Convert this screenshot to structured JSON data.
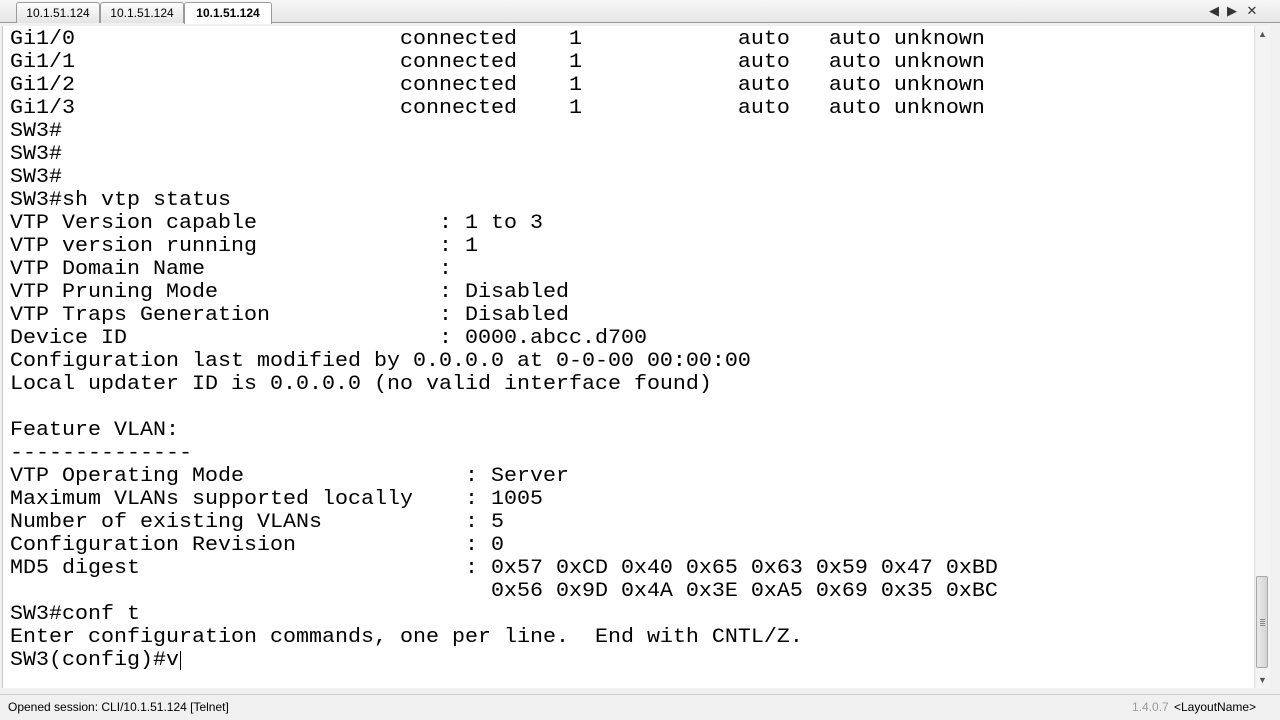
{
  "tabs": [
    {
      "label": "10.1.51.124",
      "active": false
    },
    {
      "label": "10.1.51.124",
      "active": false
    },
    {
      "label": "10.1.51.124",
      "active": true
    }
  ],
  "tab_controls": {
    "prev": "◀",
    "next": "▶",
    "close": "✕"
  },
  "terminal": {
    "lines": [
      "Gi1/0                         connected    1            auto   auto unknown",
      "Gi1/1                         connected    1            auto   auto unknown",
      "Gi1/2                         connected    1            auto   auto unknown",
      "Gi1/3                         connected    1            auto   auto unknown",
      "SW3#",
      "SW3#",
      "SW3#",
      "SW3#sh vtp status",
      "VTP Version capable              : 1 to 3",
      "VTP version running              : 1",
      "VTP Domain Name                  :",
      "VTP Pruning Mode                 : Disabled",
      "VTP Traps Generation             : Disabled",
      "Device ID                        : 0000.abcc.d700",
      "Configuration last modified by 0.0.0.0 at 0-0-00 00:00:00",
      "Local updater ID is 0.0.0.0 (no valid interface found)",
      "",
      "Feature VLAN:",
      "--------------",
      "VTP Operating Mode                 : Server",
      "Maximum VLANs supported locally    : 1005",
      "Number of existing VLANs           : 5",
      "Configuration Revision             : 0",
      "MD5 digest                         : 0x57 0xCD 0x40 0x65 0x63 0x59 0x47 0xBD",
      "                                     0x56 0x9D 0x4A 0x3E 0xA5 0x69 0x35 0xBC",
      "SW3#conf t",
      "Enter configuration commands, one per line.  End with CNTL/Z.",
      "SW3(config)#v"
    ]
  },
  "scrollbar": {
    "up": "▲",
    "down": "▼"
  },
  "statusbar": {
    "session": "Opened session: CLI/10.1.51.124 [Telnet]",
    "version": "1.4.0.7",
    "layout": "<LayoutName>"
  },
  "colors": {
    "terminal_bg": "#ffffff",
    "terminal_fg": "#000000"
  }
}
